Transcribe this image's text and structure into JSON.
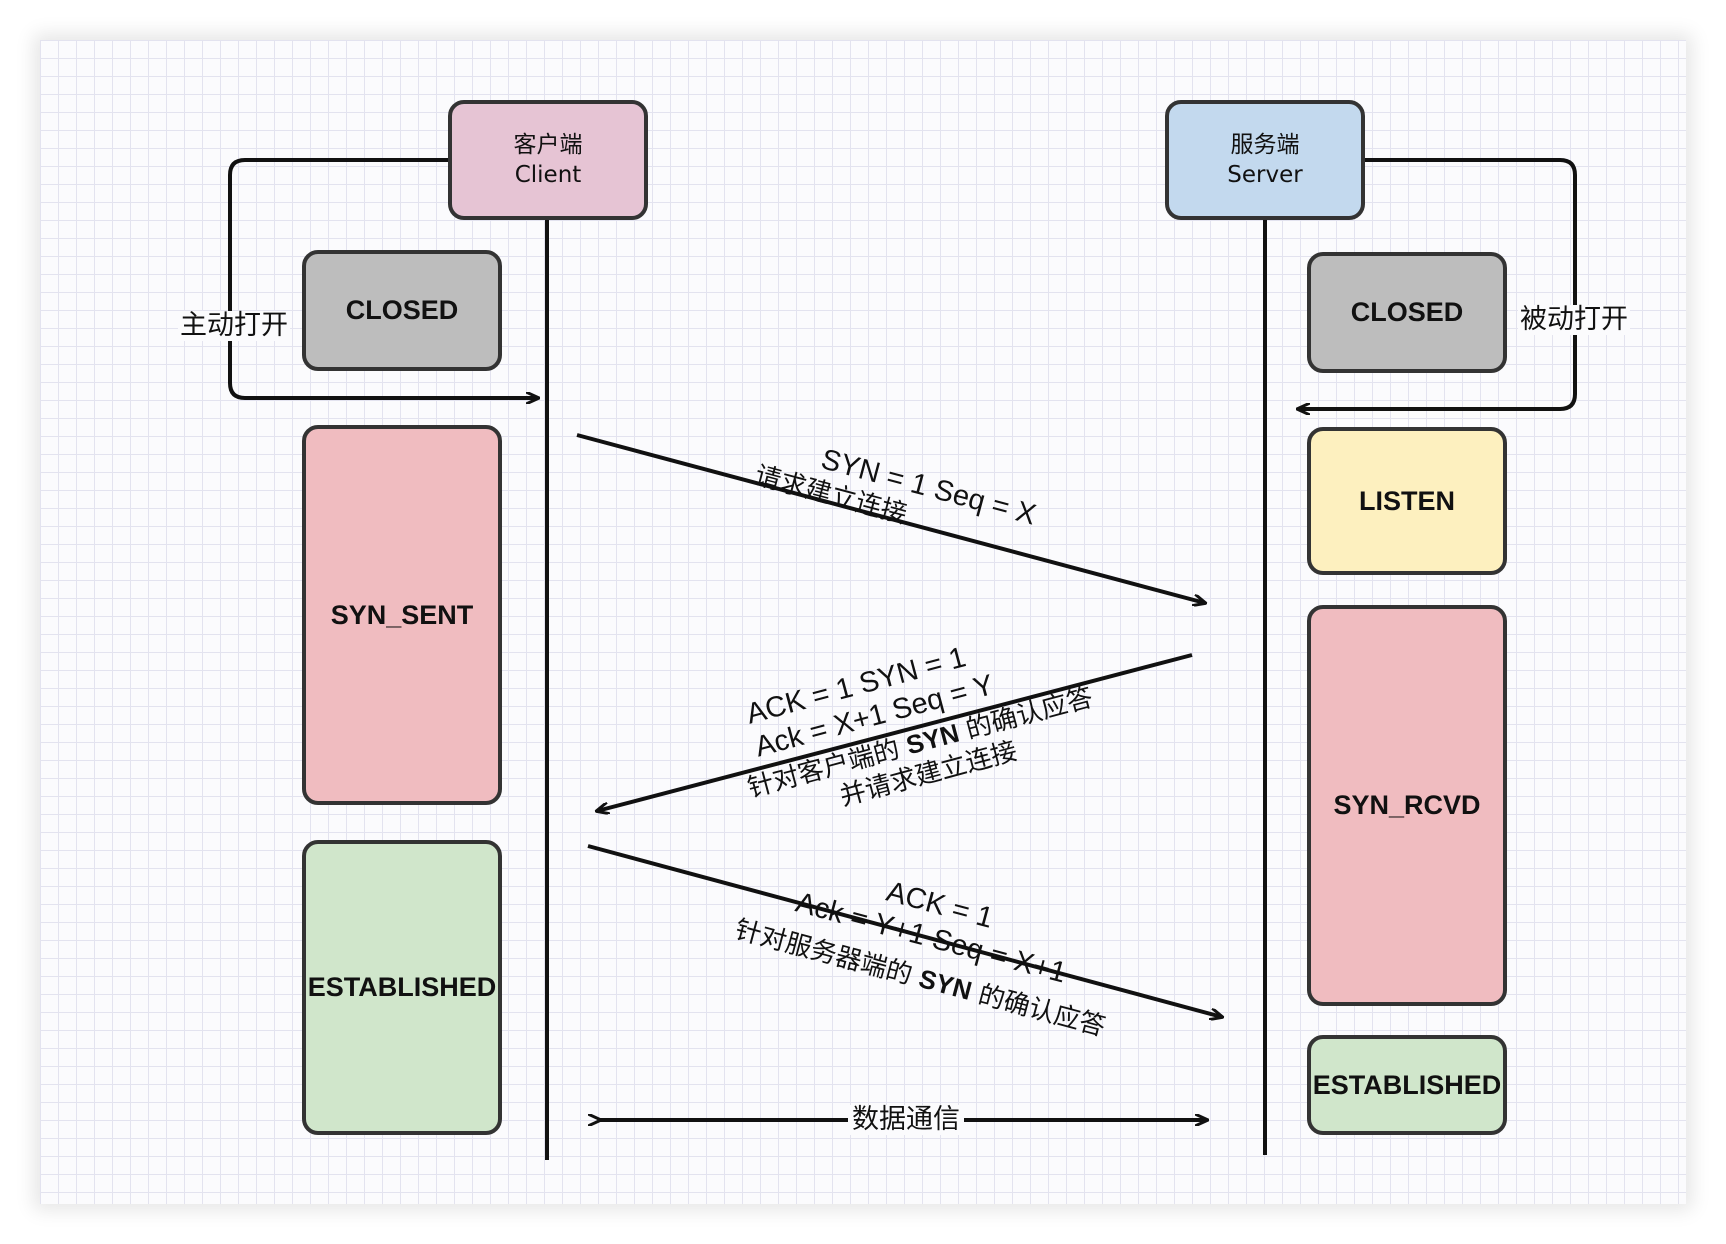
{
  "client": {
    "title_cn": "客户端",
    "title_en": "Client"
  },
  "server": {
    "title_cn": "服务端",
    "title_en": "Server"
  },
  "client_open_label": "主动打开",
  "server_open_label": "被动打开",
  "client_states": [
    "CLOSED",
    "SYN_SENT",
    "ESTABLISHED"
  ],
  "server_states": [
    "CLOSED",
    "LISTEN",
    "SYN_RCVD",
    "ESTABLISHED"
  ],
  "colors": {
    "client": "#e6c4d4",
    "server": "#c3d9ee",
    "closed": "#bdbdbd",
    "listen": "#fdf0bf",
    "syn": "#f0bcc0",
    "established": "#d0e6cb",
    "line": "#111111"
  },
  "messages": {
    "syn": {
      "line1": "SYN = 1 Seq = X",
      "line2": "请求建立连接"
    },
    "syn_ack": {
      "line1": "ACK = 1 SYN = 1",
      "line2": "Ack = X+1 Seq = Y",
      "line3_pre": "针对客户端的 ",
      "line3_bold": "SYN",
      "line3_post": " 的确认应答",
      "line4": "并请求建立连接"
    },
    "ack": {
      "line1": "ACK = 1",
      "line2": "Ack = Y+1 Seq = X+1",
      "line3_pre": "针对服务器端的 ",
      "line3_bold": "SYN",
      "line3_post": " 的确认应答"
    },
    "data": "数据通信"
  }
}
